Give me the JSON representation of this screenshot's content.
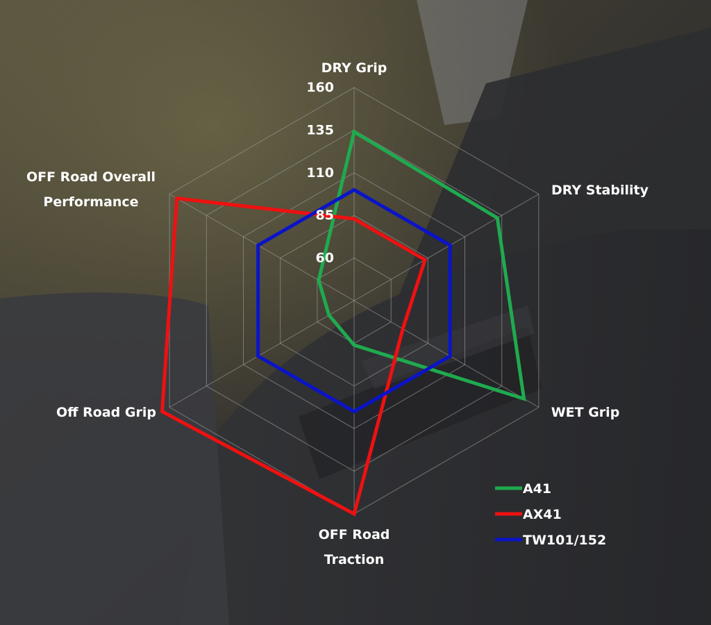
{
  "chart_data": {
    "type": "radar",
    "axes": [
      "DRY Grip",
      "DRY Stability",
      "WET Grip",
      "OFF Road Traction",
      "Off Road Grip",
      "OFF Road Overall Performance"
    ],
    "axis_label_lines": [
      [
        "DRY Grip"
      ],
      [
        "DRY Stability"
      ],
      [
        "WET Grip"
      ],
      [
        "OFF Road",
        "Traction"
      ],
      [
        "Off Road Grip"
      ],
      [
        "OFF Road Overall",
        "Performance"
      ]
    ],
    "ticks": [
      60,
      85,
      110,
      135,
      160
    ],
    "range": [
      35,
      160
    ],
    "grid": true,
    "legend_position": "bottom-right",
    "series": [
      {
        "name": "A41",
        "color": "#1faa4f",
        "values": [
          134,
          132,
          150,
          61,
          52,
          59
        ]
      },
      {
        "name": "AX41",
        "color": "#ee1111",
        "values": [
          83,
          83,
          68,
          160,
          165,
          155
        ]
      },
      {
        "name": "TW101/152",
        "color": "#0a14c8",
        "values": [
          100,
          100,
          100,
          100,
          100,
          100
        ]
      }
    ]
  }
}
